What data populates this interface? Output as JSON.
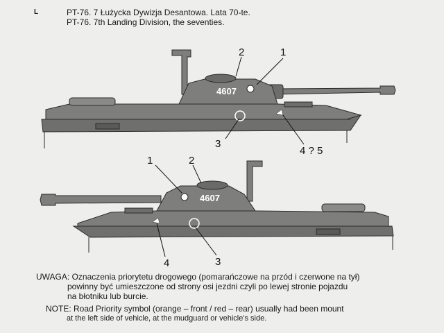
{
  "header": {
    "mark": "L",
    "title_pl": "PT-76. 7 Łużycka Dywizja Desantowa. Lata 70-te.",
    "title_en": "PT-76. 7th Landing Division, the seventies."
  },
  "drawing_top": {
    "registration": "4607",
    "callouts": [
      "2",
      "1",
      "3",
      "4 ? 5"
    ],
    "colors": {
      "hull": "#7e7f7d",
      "hull_dark": "#545553",
      "outline": "#2b2b2b"
    }
  },
  "drawing_bottom": {
    "registration": "4607",
    "callouts": [
      "1",
      "2",
      "4",
      "3"
    ]
  },
  "notes": {
    "uwaga_label": "UWAGA:",
    "uwaga_line1": "Oznaczenia priorytetu drogowego (pomarańczowe na przód i czerwone na tył)",
    "uwaga_line2": "powinny być umieszczone od strony osi jezdni czyli po lewej stronie pojazdu",
    "uwaga_line3": "na błotniku lub burcie.",
    "note_label": "NOTE:",
    "note_line1": "Road Priority symbol (orange – front / red – rear) usually had been mount",
    "note_line2": "at the left side of vehicle, at the mudguard or vehicle's side."
  }
}
